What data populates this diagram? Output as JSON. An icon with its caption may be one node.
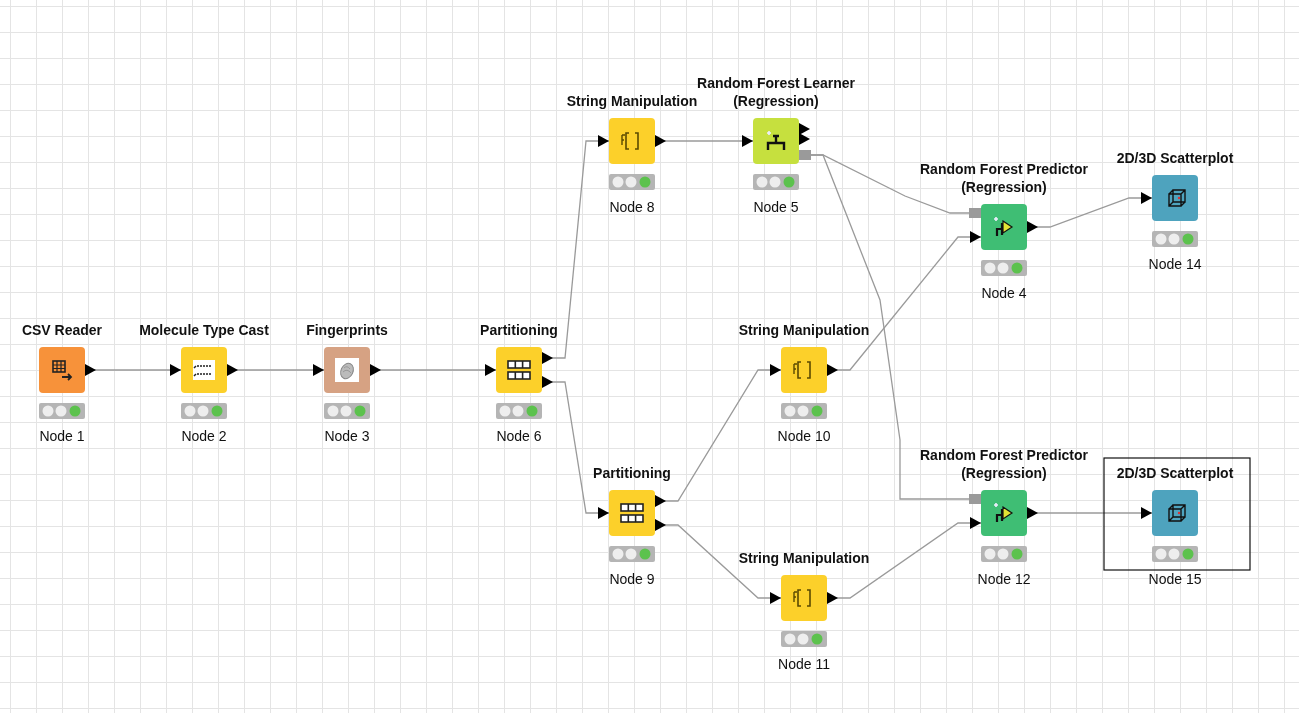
{
  "diagram": {
    "nodes": [
      {
        "text": [
          "CSV Reader",
          "Node 1"
        ]
      },
      {
        "text": [
          "Molecule Type Cast",
          "Node 2"
        ]
      },
      {
        "text": [
          "Fingerprints",
          "Node 3"
        ]
      },
      {
        "text": [
          "Partitioning",
          "Node 6"
        ]
      },
      {
        "text": [
          "String Manipulation",
          "Node 8"
        ]
      },
      {
        "text": [
          "Random Forest Learner (Regression)",
          "Node 5"
        ]
      },
      {
        "text": [
          "Random Forest Predictor (Regression)",
          "Node 4"
        ]
      },
      {
        "text": [
          "2D/3D Scatterplot",
          "Node 14"
        ]
      },
      {
        "text": [
          "String Manipulation",
          "Node 10"
        ]
      },
      {
        "text": [
          "Partitioning",
          "Node 9"
        ]
      },
      {
        "text": [
          "Random Forest Predictor (Regression)",
          "Node 12"
        ]
      },
      {
        "text": [
          "2D/3D Scatterplot",
          "Node 15"
        ]
      },
      {
        "text": [
          "String Manipulation",
          "Node 11"
        ]
      }
    ],
    "edges": [
      {
        "from": 0,
        "to": 1,
        "arrow": "to"
      },
      {
        "from": 1,
        "to": 2,
        "arrow": "to"
      },
      {
        "from": 2,
        "to": 3,
        "arrow": "to"
      },
      {
        "from": 3,
        "to": 4,
        "arrow": "to"
      },
      {
        "from": 3,
        "to": 9,
        "arrow": "to"
      },
      {
        "from": 4,
        "to": 5,
        "arrow": "to"
      },
      {
        "from": 5,
        "to": 6,
        "arrow": "other"
      },
      {
        "from": 5,
        "to": 10,
        "arrow": "other"
      },
      {
        "from": 9,
        "to": 8,
        "arrow": "to"
      },
      {
        "from": 9,
        "to": 12,
        "arrow": "to"
      },
      {
        "from": 8,
        "to": 6,
        "arrow": "to"
      },
      {
        "from": 12,
        "to": 10,
        "arrow": "to"
      },
      {
        "from": 6,
        "to": 7,
        "arrow": "to"
      },
      {
        "from": 10,
        "to": 11,
        "arrow": "to"
      }
    ]
  }
}
